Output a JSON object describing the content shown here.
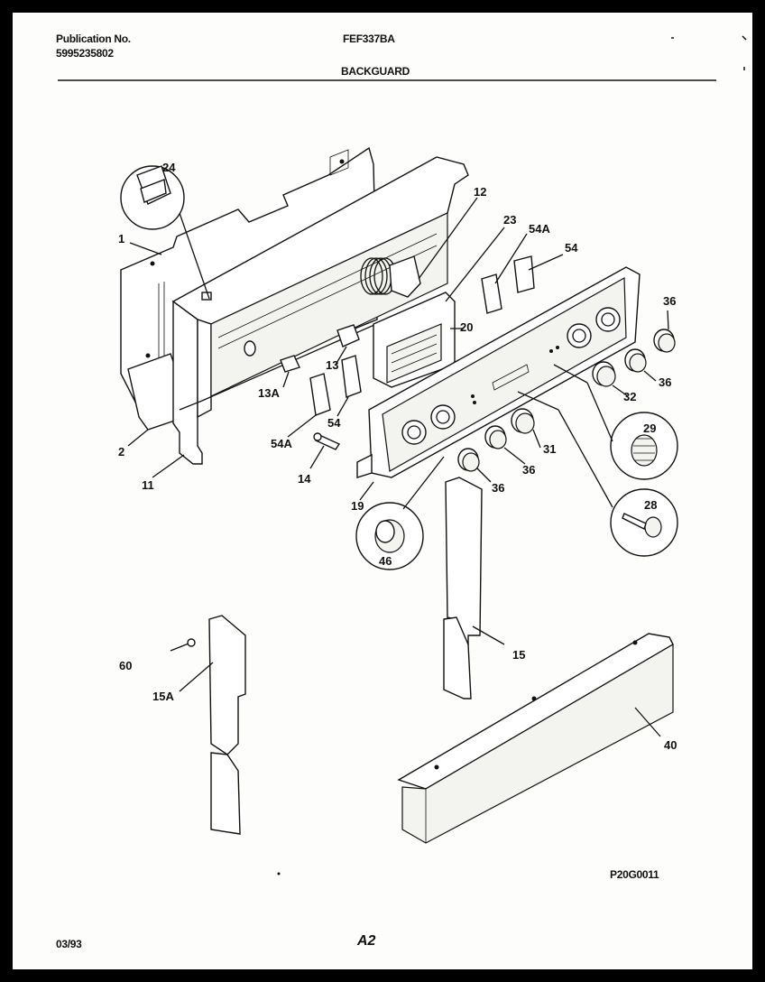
{
  "header": {
    "publication_label": "Publication No.",
    "publication_number": "5995235802",
    "model": "FEF337BA",
    "section": "BACKGUARD"
  },
  "footer": {
    "date": "03/93",
    "page": "A2",
    "drawing_code": "P20G0011"
  },
  "callouts": {
    "c1": "1",
    "c2": "2",
    "c11": "11",
    "c12": "12",
    "c13": "13",
    "c13a": "13A",
    "c14": "14",
    "c15": "15",
    "c15a": "15A",
    "c19": "19",
    "c20": "20",
    "c23": "23",
    "c24": "24",
    "c28": "28",
    "c29": "29",
    "c31": "31",
    "c32": "32",
    "c36a": "36",
    "c36b": "36",
    "c36c": "36",
    "c36d": "36",
    "c40": "40",
    "c46": "46",
    "c54a": "54",
    "c54b": "54",
    "c54Aa": "54A",
    "c54Ab": "54A",
    "c60": "60"
  }
}
